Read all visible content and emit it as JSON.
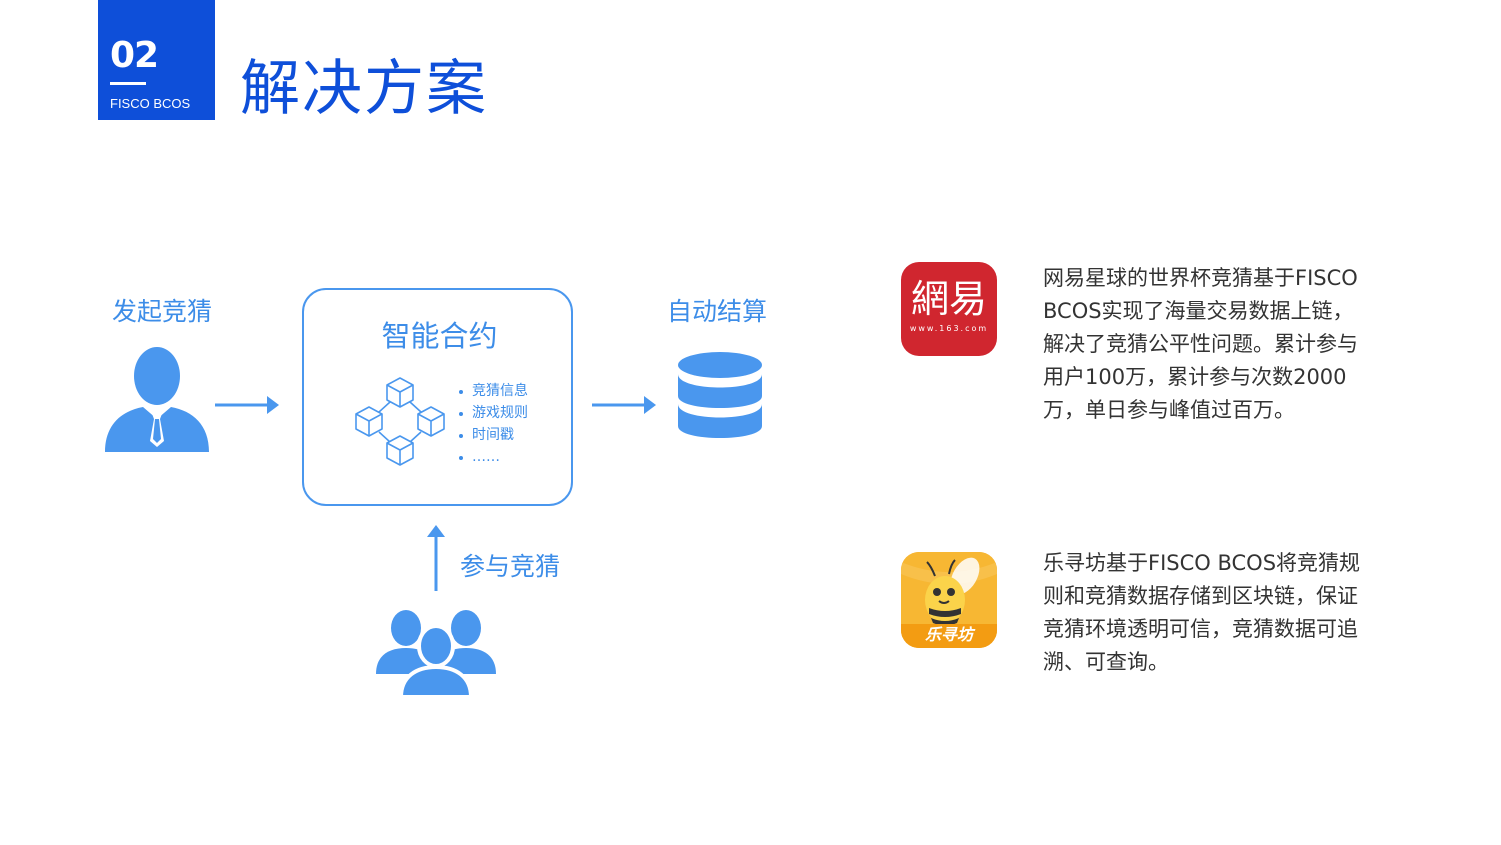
{
  "header": {
    "section_number": "02",
    "section_subtitle": "FISCO BCOS",
    "title": "解决方案"
  },
  "diagram": {
    "initiator_label": "发起竞猜",
    "contract_title": "智能合约",
    "contract_features": [
      "竞猜信息",
      "游戏规则",
      "时间戳",
      "……"
    ],
    "settlement_label": "自动结算",
    "participant_label": "参与竞猜"
  },
  "cases": [
    {
      "icon": "netease-163-icon",
      "logo_text": "網易",
      "logo_url_text": "www.163.com",
      "description": "网易星球的世界杯竞猜基于FISCO BCOS实现了海量交易数据上链，解决了竞猜公平性问题。累计参与用户100万，累计参与次数2000万，单日参与峰值过百万。"
    },
    {
      "icon": "lexunfang-bee-icon",
      "logo_text": "乐寻坊",
      "description": "乐寻坊基于FISCO BCOS将竞猜规则和竞猜数据存储到区块链，保证竞猜环境透明可信，竞猜数据可追溯、可查询。"
    }
  ],
  "colors": {
    "brand_blue": "#0e4fd9",
    "diagram_blue": "#3d8de8",
    "netease_red": "#d0262f",
    "lexunfang_orange": "#f6a71c"
  }
}
